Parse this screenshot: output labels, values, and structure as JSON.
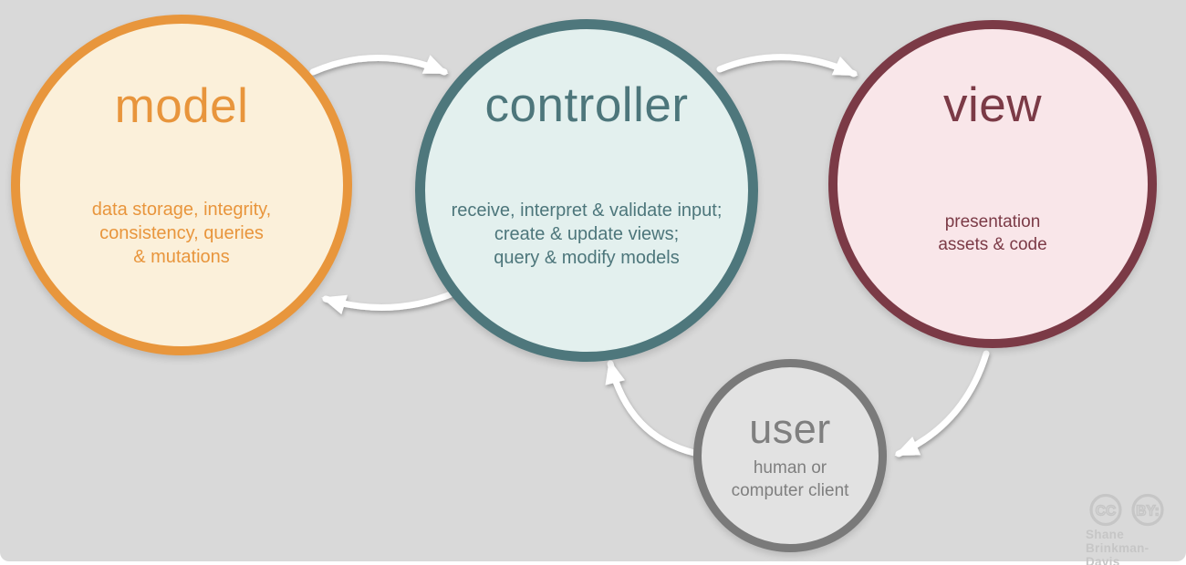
{
  "canvas": {
    "background_color": "#d9d9d9",
    "footer_strip_color": "#ffffff"
  },
  "nodes": {
    "model": {
      "label": "model",
      "description": "data storage, integrity,\nconsistency, queries\n& mutations",
      "border_color": "#e8963c",
      "fill_color": "#fbf0da",
      "text_color": "#e8953c"
    },
    "controller": {
      "label": "controller",
      "description": "receive, interpret & validate input;\ncreate & update views;\nquery & modify models",
      "border_color": "#4e777c",
      "fill_color": "#e3f0ee",
      "text_color": "#4d767b"
    },
    "view": {
      "label": "view",
      "description": "presentation\nassets & code",
      "border_color": "#7b3a46",
      "fill_color": "#f9e6e9",
      "text_color": "#7b3a46"
    },
    "user": {
      "label": "user",
      "description": "human or\ncomputer client",
      "border_color": "#7a7a7a",
      "fill_color": "#e2e2e2",
      "text_color": "#7f7f7f"
    }
  },
  "arrows": {
    "color": "#ffffff",
    "items": [
      {
        "from": "model",
        "to": "controller"
      },
      {
        "from": "controller",
        "to": "view"
      },
      {
        "from": "controller",
        "to": "model"
      },
      {
        "from": "view",
        "to": "user"
      },
      {
        "from": "user",
        "to": "controller"
      }
    ]
  },
  "attribution": {
    "badges": [
      "CC",
      "BY:"
    ],
    "author": "Shane\nBrinkman-Davis",
    "color": "#c6c6c6"
  }
}
